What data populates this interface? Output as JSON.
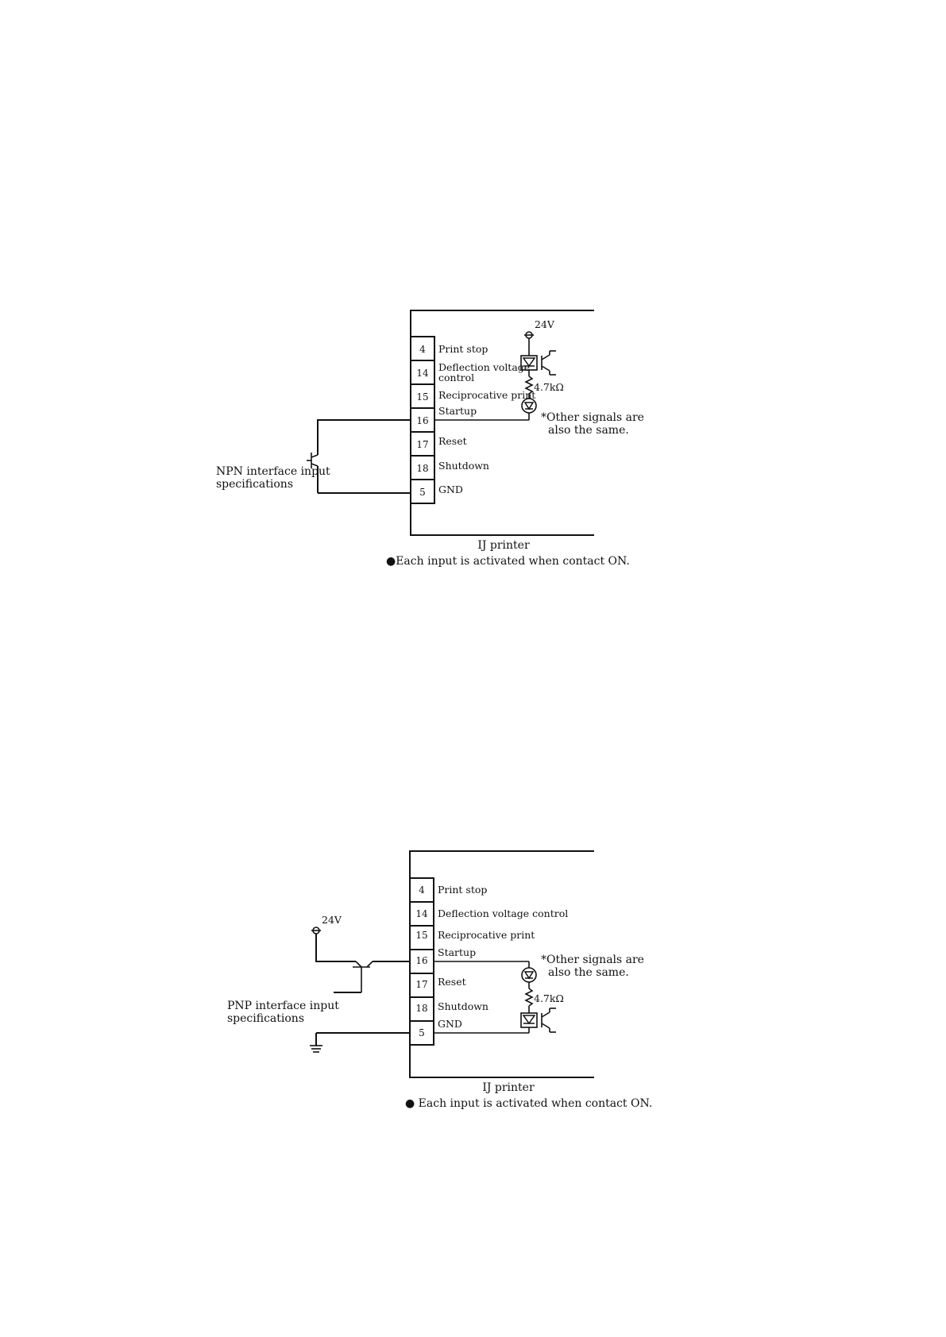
{
  "npn": {
    "title": "NPN interface input\nspecifications",
    "supply": "24V",
    "resistor": "4.7kΩ",
    "note": "*Other signals are\nalso the same.",
    "footer_title": "IJ printer",
    "footer_note": "●Each input is activated when contact ON.",
    "terminals": [
      {
        "num": "4",
        "label": "Print stop"
      },
      {
        "num": "14",
        "label": "Deflection voltage\ncontrol"
      },
      {
        "num": "15",
        "label": "Reciprocative print"
      },
      {
        "num": "16",
        "label": "Startup"
      },
      {
        "num": "17",
        "label": "Reset"
      },
      {
        "num": "18",
        "label": "Shutdown"
      },
      {
        "num": "5",
        "label": "GND"
      }
    ]
  },
  "pnp": {
    "title": "PNP interface input\nspecifications",
    "supply": "24V",
    "resistor": "4.7kΩ",
    "note": "*Other signals are\nalso the same.",
    "footer_title": "IJ printer",
    "footer_note": "● Each input is activated when contact ON.",
    "terminals": [
      {
        "num": "4",
        "label": "Print stop"
      },
      {
        "num": "14",
        "label": "Deflection voltage control"
      },
      {
        "num": "15",
        "label": "Reciprocative print"
      },
      {
        "num": "16",
        "label": "Startup"
      },
      {
        "num": "17",
        "label": "Reset"
      },
      {
        "num": "18",
        "label": "Shutdown"
      },
      {
        "num": "5",
        "label": "GND"
      }
    ]
  }
}
